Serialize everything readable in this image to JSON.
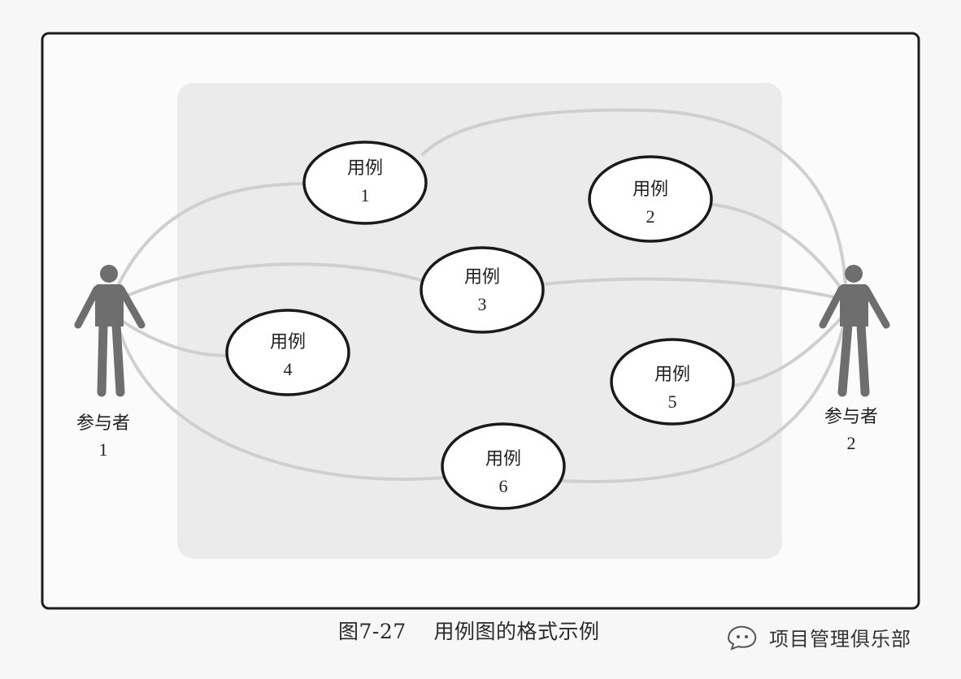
{
  "diagram": {
    "use_cases": [
      {
        "id": "uc1",
        "label": "用例",
        "number": "1"
      },
      {
        "id": "uc2",
        "label": "用例",
        "number": "2"
      },
      {
        "id": "uc3",
        "label": "用例",
        "number": "3"
      },
      {
        "id": "uc4",
        "label": "用例",
        "number": "4"
      },
      {
        "id": "uc5",
        "label": "用例",
        "number": "5"
      },
      {
        "id": "uc6",
        "label": "用例",
        "number": "6"
      }
    ],
    "actors": [
      {
        "id": "actor1",
        "label": "参与者",
        "number": "1"
      },
      {
        "id": "actor2",
        "label": "参与者",
        "number": "2"
      }
    ],
    "connections": [
      {
        "from": "actor1",
        "to": "uc1"
      },
      {
        "from": "actor1",
        "to": "uc3"
      },
      {
        "from": "actor1",
        "to": "uc4"
      },
      {
        "from": "actor1",
        "to": "uc6"
      },
      {
        "from": "actor2",
        "to": "uc1"
      },
      {
        "from": "actor2",
        "to": "uc2"
      },
      {
        "from": "actor2",
        "to": "uc3"
      },
      {
        "from": "actor2",
        "to": "uc5"
      },
      {
        "from": "actor2",
        "to": "uc6"
      }
    ],
    "colors": {
      "actor": "#6e6e6e",
      "line": "#cfcfcf",
      "system_boundary": "#ebebeb",
      "frame": "#1e1e1e"
    }
  },
  "caption": "图7-27    用例图的格式示例",
  "watermark": {
    "text": "项目管理俱乐部",
    "icon": "wechat-bubble-icon"
  }
}
